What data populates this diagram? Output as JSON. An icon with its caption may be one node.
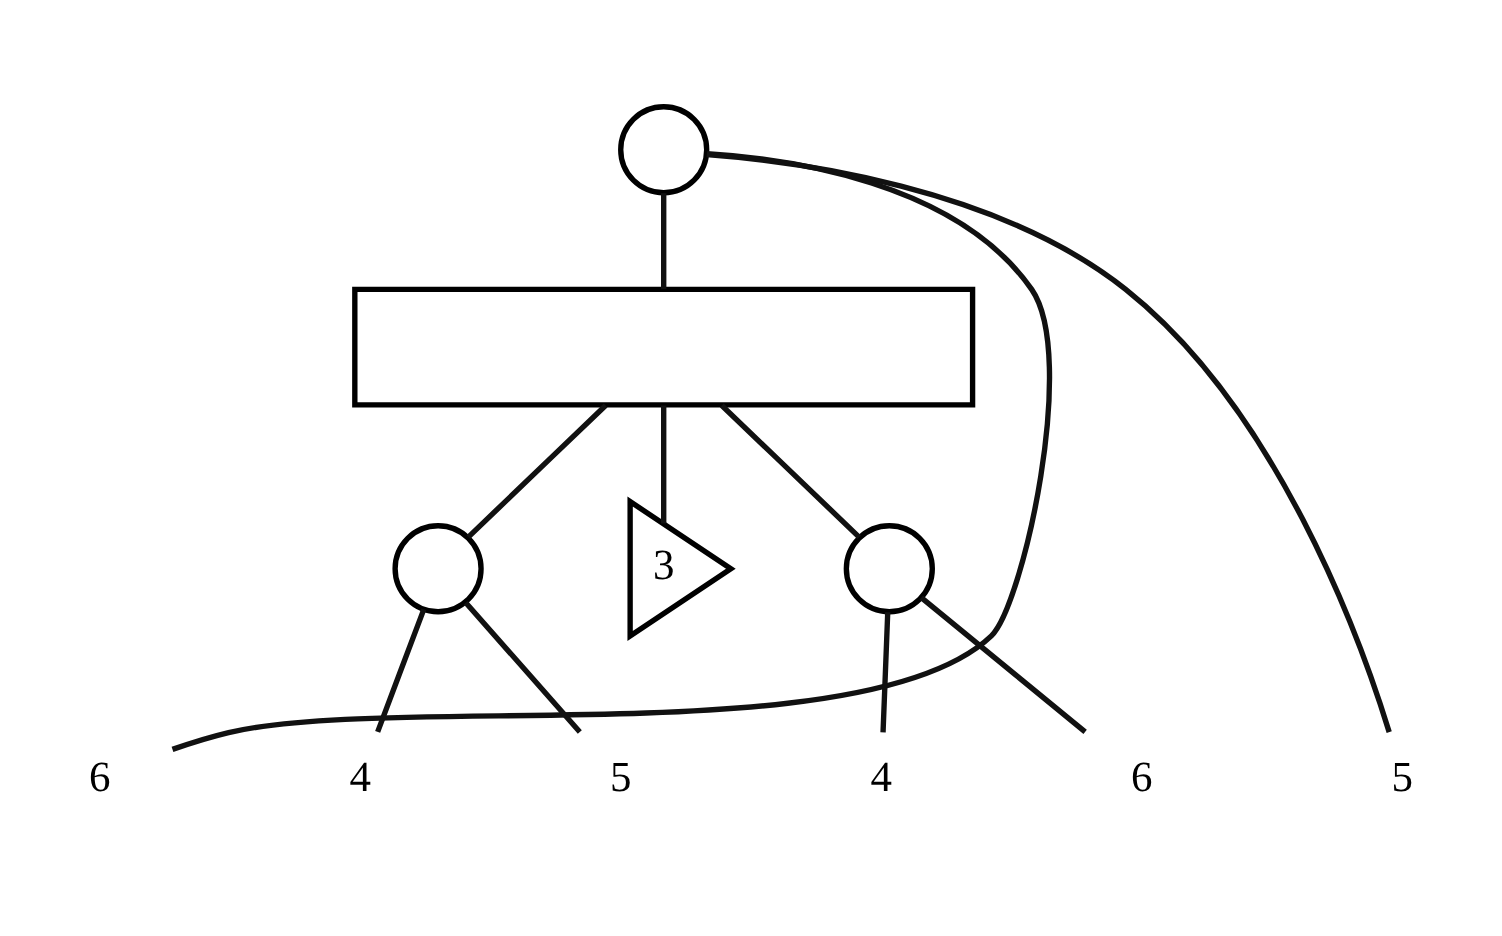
{
  "diagram": {
    "nodes": [
      {
        "text": [],
        "shape": "circle"
      },
      {
        "text": [],
        "shape": "bar"
      },
      {
        "text": [],
        "shape": "circle"
      },
      {
        "text": [
          "3"
        ]
      },
      {
        "text": [],
        "shape": "circle"
      },
      {
        "text": [
          "6"
        ]
      },
      {
        "text": [
          "4"
        ]
      },
      {
        "text": [
          "5"
        ]
      },
      {
        "text": [
          "4"
        ]
      },
      {
        "text": [
          "6"
        ]
      },
      {
        "text": [
          "5"
        ]
      }
    ],
    "edges": [
      {
        "from": 0,
        "to": 1,
        "arrow": "none"
      },
      {
        "from": 0,
        "to": 5,
        "arrow": "none"
      },
      {
        "from": 0,
        "to": 10,
        "arrow": "none"
      },
      {
        "from": 1,
        "to": 2,
        "arrow": "none"
      },
      {
        "from": 1,
        "to": 3,
        "arrow": "none"
      },
      {
        "from": 1,
        "to": 4,
        "arrow": "none"
      },
      {
        "from": 2,
        "to": 6,
        "arrow": "none"
      },
      {
        "from": 2,
        "to": 7,
        "arrow": "none"
      },
      {
        "from": 4,
        "to": 8,
        "arrow": "none"
      },
      {
        "from": 4,
        "to": 9,
        "arrow": "none"
      }
    ]
  }
}
